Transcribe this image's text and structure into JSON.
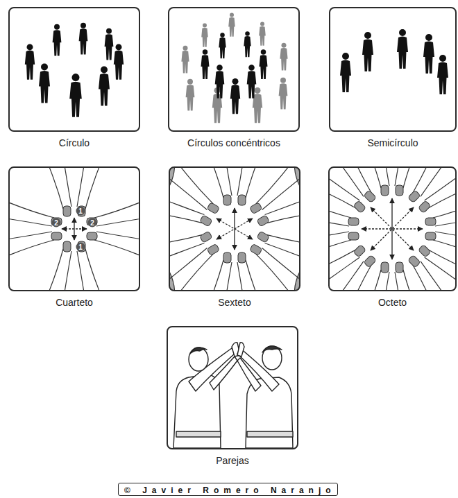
{
  "diagram": {
    "nodes": [
      {
        "text": [
          "Círculo"
        ]
      },
      {
        "text": [
          "Círculos concéntricos"
        ]
      },
      {
        "text": [
          "Semicírculo"
        ]
      },
      {
        "text": [
          "Cuarteto"
        ]
      },
      {
        "text": [
          "Sexteto"
        ]
      },
      {
        "text": [
          "Octeto"
        ]
      },
      {
        "text": [
          "Parejas"
        ]
      },
      {
        "text": [
          "© Javier Romero Naranjo"
        ]
      }
    ],
    "labels": [
      "1",
      "2",
      "2",
      "1"
    ]
  }
}
